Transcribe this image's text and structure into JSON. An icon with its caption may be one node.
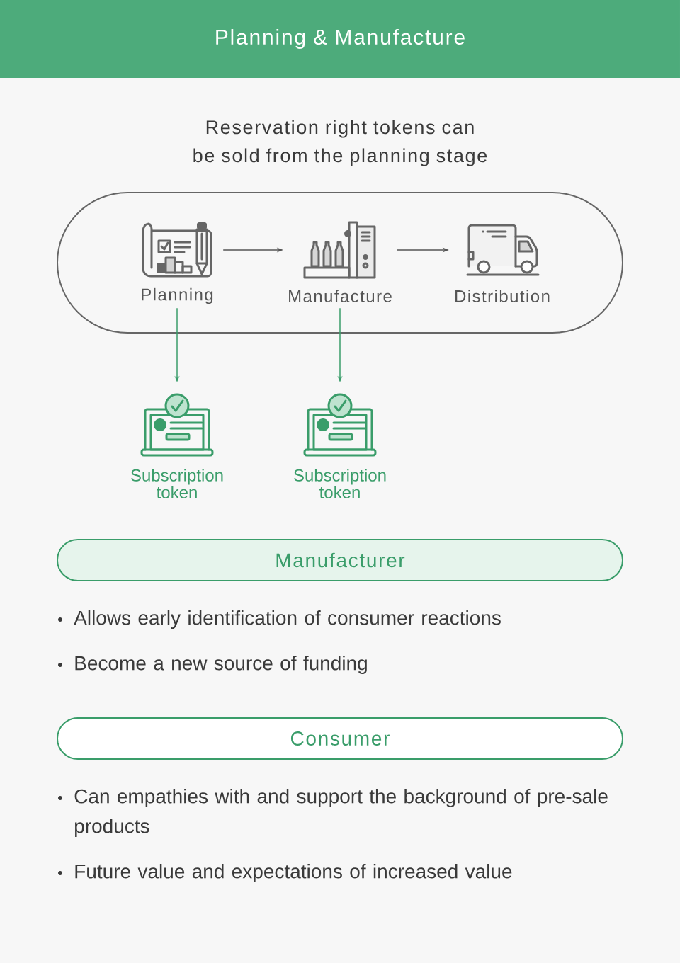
{
  "diagram": {
    "title": "Planning & Manufacture",
    "nodes": [
      {
        "text": [],
        "shape": "box"
      },
      {
        "text": [
          "Planning"
        ],
        "in": 0
      },
      {
        "text": [
          "Manufacture"
        ],
        "in": 0
      },
      {
        "text": [
          "Distribution"
        ],
        "in": 0
      },
      {
        "text": [
          "Subscription token"
        ]
      },
      {
        "text": [
          "Subscription token"
        ]
      },
      {
        "text": [
          "Manufacturer"
        ]
      },
      {
        "text": [
          "Consumer"
        ]
      }
    ],
    "edges": [
      {
        "from": 1,
        "to": 2,
        "arrow": "to",
        "color": "#555555"
      },
      {
        "from": 2,
        "to": 3,
        "arrow": "to",
        "color": "#555555"
      },
      {
        "from": 1,
        "to": 4,
        "arrow": "to",
        "color": "#3a9d6a"
      },
      {
        "from": 2,
        "to": 5,
        "arrow": "to",
        "color": "#3a9d6a"
      }
    ],
    "labels": [
      "Reservation right tokens can be sold from the planning stage",
      "Allows early identification of consumer reactions",
      "Become a new source of funding",
      "Can empathies with and support the background of pre-sale products",
      "Future value and expectations of increased value"
    ]
  }
}
